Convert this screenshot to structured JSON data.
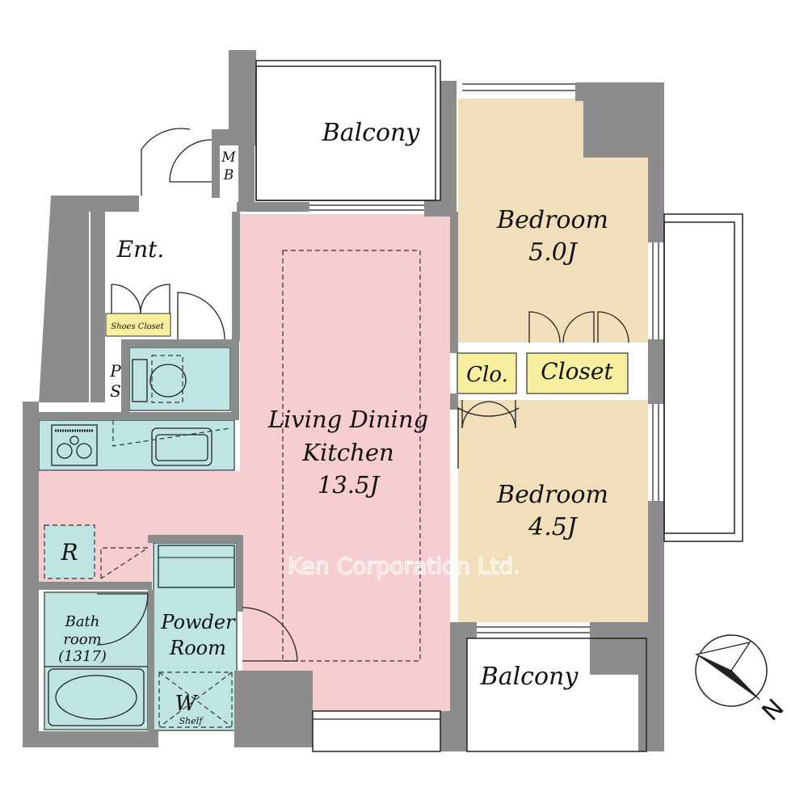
{
  "rooms": {
    "balcony_top": "Balcony",
    "balcony_bottom": "Balcony",
    "mb_line1": "M",
    "mb_line2": "B",
    "entrance": "Ent.",
    "shoes_closet": "Shoes Closet",
    "ps_line1": "P",
    "ps_line2": "S",
    "ldk_line1": "Living Dining",
    "ldk_line2": "Kitchen",
    "ldk_size": "13.5J",
    "bedroom1_name": "Bedroom",
    "bedroom1_size": "5.0J",
    "bedroom2_name": "Bedroom",
    "bedroom2_size": "4.5J",
    "clo": "Clo.",
    "closet": "Closet",
    "refrigerator": "R",
    "bath_line1": "Bath",
    "bath_line2": "room",
    "bath_line3": "(1317)",
    "powder_line1": "Powder",
    "powder_line2": "Room",
    "washer": "W",
    "shelf": "Shelf"
  },
  "watermark": "Ken Corporation Ltd.",
  "compass_label": "N",
  "colors": {
    "ldk": "#f6cdd0",
    "bedroom": "#f1dfbc",
    "wet": "#bfe5e3",
    "closet": "#f5ef9f",
    "wall": "#8c8c8c"
  }
}
